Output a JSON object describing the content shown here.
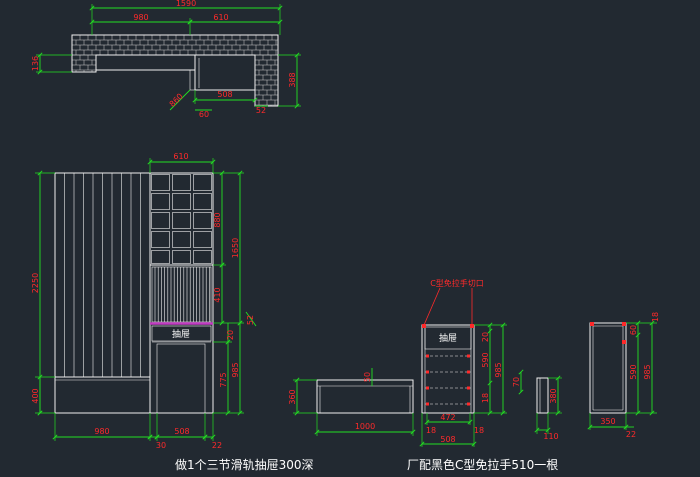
{
  "colors": {
    "background": "#222931",
    "line": "#f0f0f0",
    "dimension": "#22e022",
    "dimension_text": "#ff2a2a",
    "accent": "#c23cc2"
  },
  "plan_view": {
    "overall": "1590",
    "left_width": "980",
    "right_width": "610",
    "left_depth": "136",
    "right_depth": "388",
    "diagonal": "860",
    "bottom_width": "508",
    "gap_left": "60",
    "gap_right": "52"
  },
  "elevation": {
    "top_width": "610",
    "total_height": "2250",
    "bench_height": "400",
    "cubby_height": "880",
    "shelf_height": "410",
    "upper_height": "1650",
    "lower_height": "985",
    "door_height": "775",
    "gap_small": "20",
    "offset": "52",
    "drawer_label": "抽屉",
    "bottom_left": "980",
    "bottom_gap": "30",
    "bottom_door": "508",
    "bottom_right": "22"
  },
  "bench": {
    "height": "360",
    "top": "50",
    "width": "1000"
  },
  "cabinet": {
    "handle_cutout_label": "C型免拉手切口",
    "drawer_label": "抽屉",
    "inner_width": "472",
    "outer_width": "508",
    "side_left": "18",
    "side_right": "18",
    "top_gap": "20",
    "drawer_height": "590",
    "bottom_gap": "18",
    "height": "985"
  },
  "side_panel": {
    "top": "70",
    "height": "380",
    "width": "110"
  },
  "end_panel": {
    "width": "350",
    "offset": "22",
    "top": "60",
    "side": "18",
    "inner_height": "590",
    "height": "985"
  },
  "notes": {
    "drawer_note": "做1个三节滑轨抽屉300深",
    "handle_note": "厂配黑色C型免拉手510一根"
  }
}
